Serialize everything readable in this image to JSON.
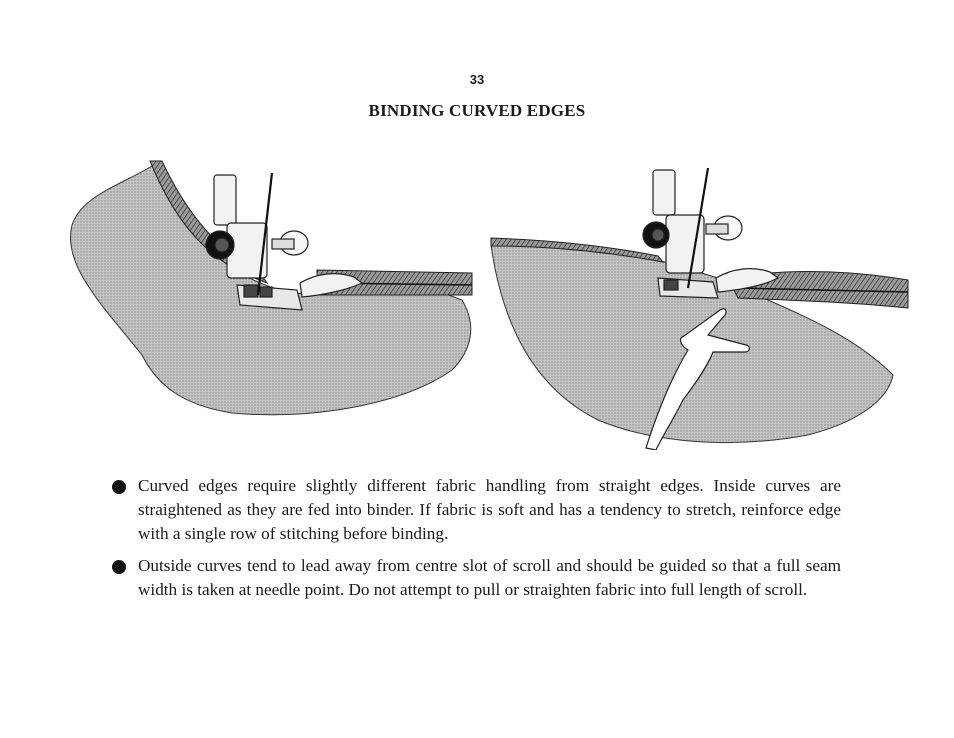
{
  "page": {
    "number": "33",
    "title": "BINDING CURVED EDGES"
  },
  "illustrations": [
    {
      "name": "inside-curve-binding",
      "icons": [
        "fabric",
        "presser-foot",
        "needle",
        "binder-attachment",
        "bias-strip"
      ]
    },
    {
      "name": "outside-curve-binding",
      "icons": [
        "fabric",
        "presser-foot",
        "needle",
        "binder-attachment",
        "bias-strip",
        "guiding-hand"
      ]
    }
  ],
  "bullets": [
    {
      "text": "Curved edges require slightly different fabric handling from straight edges. Inside curves are straightened as they are fed into binder. If fabric is soft and has a tendency to stretch, reinforce edge with a single row of stitching before binding."
    },
    {
      "text": "Outside curves tend to lead away from centre slot of scroll and should be guided so that a full seam width is taken at needle point. Do not attempt to pull or straighten fabric into full length of scroll."
    }
  ],
  "colors": {
    "ink": "#1a1a1a",
    "fabric": "#b9b9b9",
    "paper": "#ffffff"
  }
}
